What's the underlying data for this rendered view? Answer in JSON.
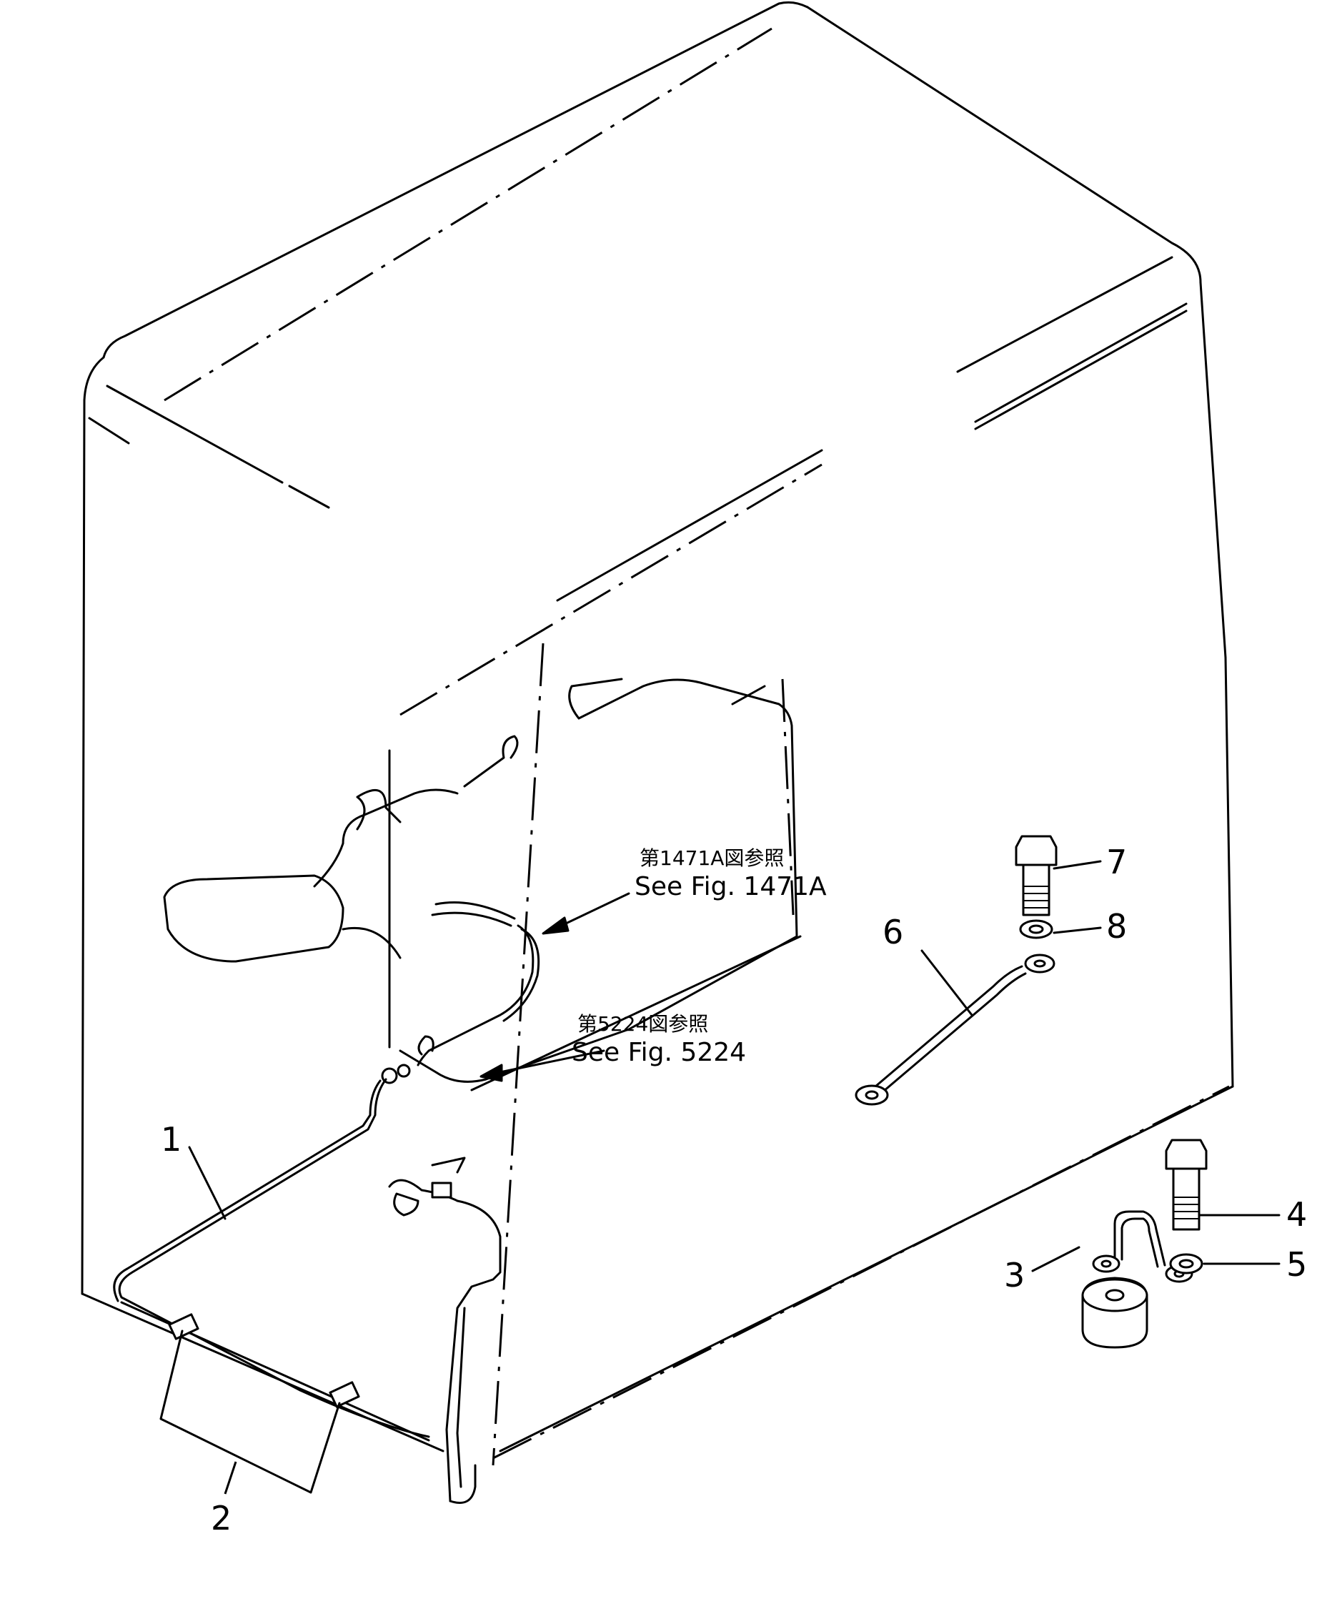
{
  "callouts": {
    "item1": "1",
    "item2": "2",
    "item3": "3",
    "item4": "4",
    "item5": "5",
    "item6": "6",
    "item7": "7",
    "item8": "8"
  },
  "references": {
    "fig1471a_jp": "第1471A図参照",
    "fig1471a_en": "See Fig. 1471A",
    "fig5224_jp": "第5224図参照",
    "fig5224_en": "See Fig. 5224"
  }
}
